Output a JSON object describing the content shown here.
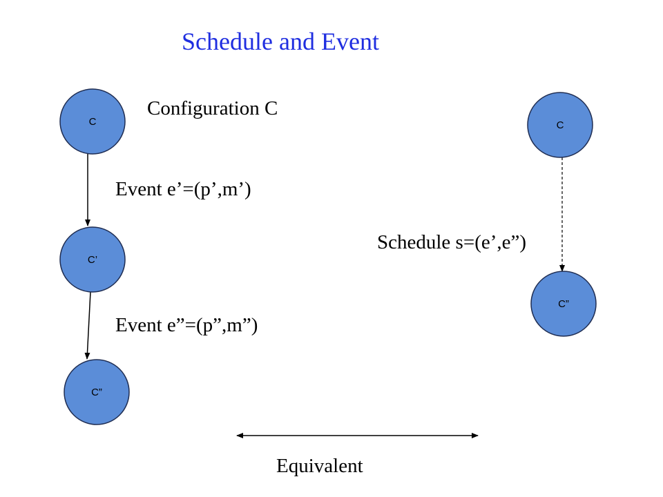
{
  "title": "Schedule and Event",
  "colors": {
    "title": "#1f2ee0",
    "node_fill": "#5b8dd8",
    "node_stroke": "#1f2d52",
    "line": "#000000"
  },
  "labels": {
    "configuration": "Configuration C",
    "event_1": "Event e’=(p’,m’)",
    "event_2": "Event e”=(p”,m”)",
    "schedule": "Schedule s=(e’,e”)",
    "equivalent": "Equivalent"
  },
  "nodes": {
    "left_c": "C",
    "left_c_prime": "C’",
    "left_c_double_prime": "C”",
    "right_c": "C",
    "right_c_double_prime": "C”"
  }
}
